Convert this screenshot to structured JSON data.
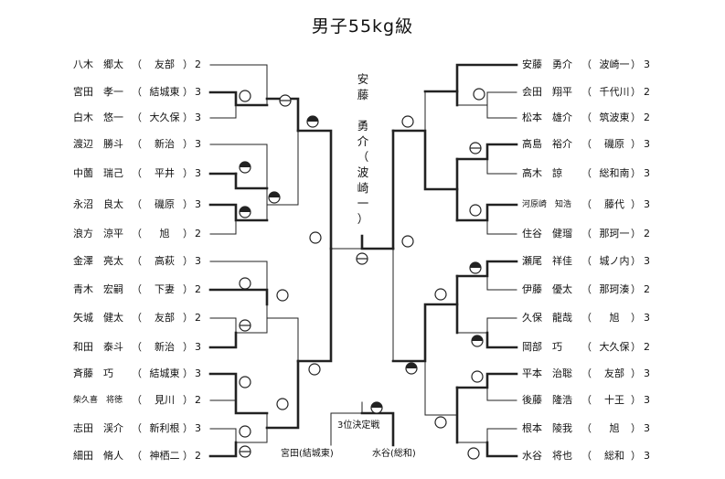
{
  "title": "男子55kg級",
  "left_players": [
    {
      "name": "八木　郷太",
      "club": "友部",
      "score": "2"
    },
    {
      "name": "宮田　孝一",
      "club": "結城東",
      "score": "3"
    },
    {
      "name": "白木　悠一",
      "club": "大久保",
      "score": "3"
    },
    {
      "name": "渡辺　勝斗",
      "club": "新治",
      "score": "3"
    },
    {
      "name": "中薗　瑞己",
      "club": "平井",
      "score": "3"
    },
    {
      "name": "永沼　良太",
      "club": "磯原",
      "score": "3"
    },
    {
      "name": "浪方　涼平",
      "club": "旭",
      "score": "2"
    },
    {
      "name": "金澤　亮太",
      "club": "高萩",
      "score": "3"
    },
    {
      "name": "青木　宏嗣",
      "club": "下妻",
      "score": "2"
    },
    {
      "name": "矢城　健太",
      "club": "友部",
      "score": "2"
    },
    {
      "name": "和田　泰斗",
      "club": "新治",
      "score": "3"
    },
    {
      "name": "斉藤　巧",
      "club": "結城東",
      "score": "3"
    },
    {
      "name": "柴久喜　将徳",
      "club": "見川",
      "score": "2",
      "small": true
    },
    {
      "name": "志田　渓介",
      "club": "新利根",
      "score": "3"
    },
    {
      "name": "細田　脩人",
      "club": "神栖二",
      "score": "2"
    }
  ],
  "right_players": [
    {
      "name": "安藤　勇介",
      "club": "波崎一",
      "score": "3"
    },
    {
      "name": "会田　翔平",
      "club": "千代川",
      "score": "2"
    },
    {
      "name": "松本　雄介",
      "club": "筑波東",
      "score": "2"
    },
    {
      "name": "高島　裕介",
      "club": "磯原",
      "score": "3"
    },
    {
      "name": "高木　諒",
      "club": "総和南",
      "score": "3"
    },
    {
      "name": "河原崎　知浩",
      "club": "藤代",
      "score": "3",
      "small": true
    },
    {
      "name": "住谷　健瑠",
      "club": "那珂一",
      "score": "2"
    },
    {
      "name": "瀬尾　祥佳",
      "club": "城ノ内",
      "score": "3"
    },
    {
      "name": "伊藤　優太",
      "club": "那珂湊",
      "score": "2"
    },
    {
      "name": "久保　龍哉",
      "club": "旭",
      "score": "3"
    },
    {
      "name": "岡部　巧",
      "club": "大久保",
      "score": "2"
    },
    {
      "name": "平本　治聡",
      "club": "友部",
      "score": "3"
    },
    {
      "name": "後藤　隆浩",
      "club": "十王",
      "score": "3"
    },
    {
      "name": "根本　陵我",
      "club": "旭",
      "score": "3"
    },
    {
      "name": "水谷　将也",
      "club": "総和",
      "score": "3"
    }
  ],
  "champion_vertical": [
    "安",
    "藤",
    "",
    "勇",
    "介",
    "（",
    "波",
    "崎",
    "一",
    "）"
  ],
  "third_place": {
    "label": "3位決定戦",
    "left": "宮田(結城東)",
    "right": "水谷(総和)"
  }
}
